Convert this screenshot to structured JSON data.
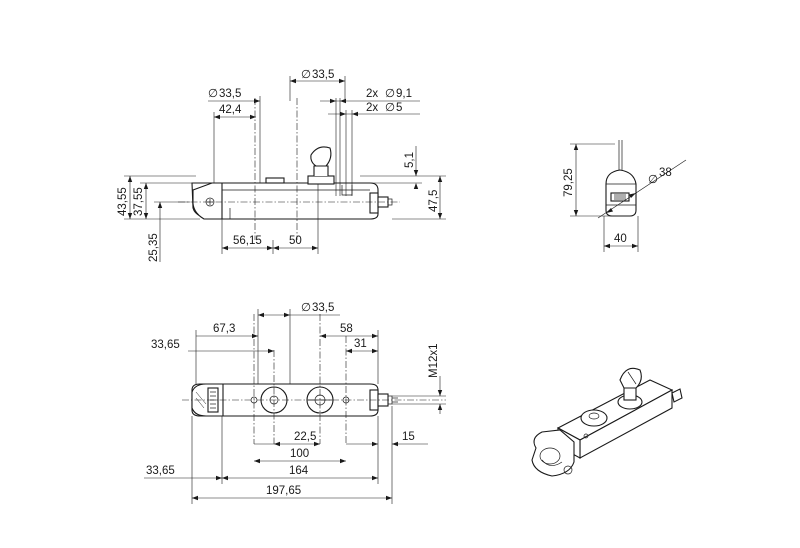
{
  "diameter_symbol": "∅",
  "side_view": {
    "dim_bore_dia": "33,5",
    "dim_key_dia": "33,5",
    "dim_42_4": "42,4",
    "dim_hole_small_label": "2x",
    "dim_hole_small_dia": "9,1",
    "dim_hole_tiny_label": "2x",
    "dim_hole_tiny_dia": "5",
    "dim_5_1": "5,1",
    "dim_43_55": "43,55",
    "dim_37_55": "37,55",
    "dim_47_5": "47,5",
    "dim_25_35": "25,35",
    "dim_56_15": "56,15",
    "dim_50": "50"
  },
  "end_view": {
    "dim_79_25": "79,25",
    "dim_sweep_dia": "38",
    "dim_40": "40"
  },
  "top_view": {
    "dim_67_3": "67,3",
    "dim_key_dia": "33,5",
    "dim_58": "58",
    "dim_33_65_top": "33,65",
    "dim_31": "31",
    "dim_thread": "M12x1",
    "dim_22_5": "22,5",
    "dim_15": "15",
    "dim_100": "100",
    "dim_33_65_bottom": "33,65",
    "dim_164": "164",
    "dim_197_65": "197,65"
  }
}
